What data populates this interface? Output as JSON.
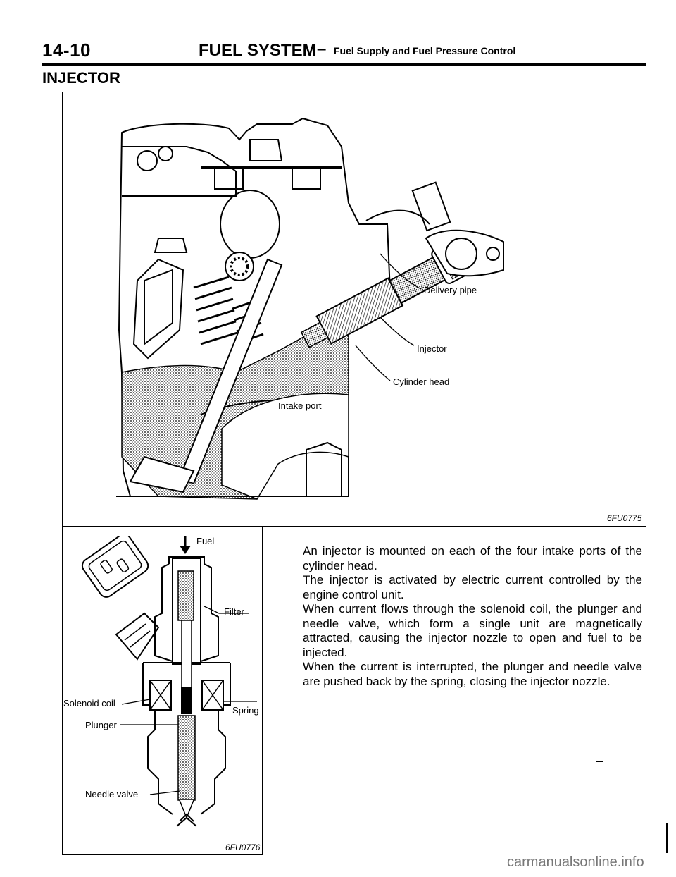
{
  "header": {
    "page_number": "14-10",
    "system": "FUEL SYSTEM",
    "dash": "–",
    "subsection": "Fuel Supply and Fuel Pressure Control"
  },
  "section_title": "INJECTOR",
  "figure1": {
    "labels": {
      "delivery_pipe": "Delivery pipe",
      "injector": "Injector",
      "cylinder_head": "Cylinder head",
      "intake_port": "Intake port"
    },
    "code": "6FU0775"
  },
  "figure2": {
    "labels": {
      "fuel": "Fuel",
      "filter": "Filter",
      "solenoid_coil": "Solenoid coil",
      "spring": "Spring",
      "plunger": "Plunger",
      "needle_valve": "Needle valve"
    },
    "code": "6FU0776"
  },
  "paragraphs": [
    "An injector is mounted on each of the four intake ports of the cylinder head.",
    "The injector is activated by electric current controlled by the engine control unit.",
    "When current flows through the solenoid coil, the plunger and needle valve, which form a single unit are magnetically attracted, causing the injector nozzle to open and fuel to be injected.",
    "When the current is interrupted, the plunger and needle valve are pushed back by the spring, closing the injector nozzle."
  ],
  "watermark": "carmanualsonline.info"
}
